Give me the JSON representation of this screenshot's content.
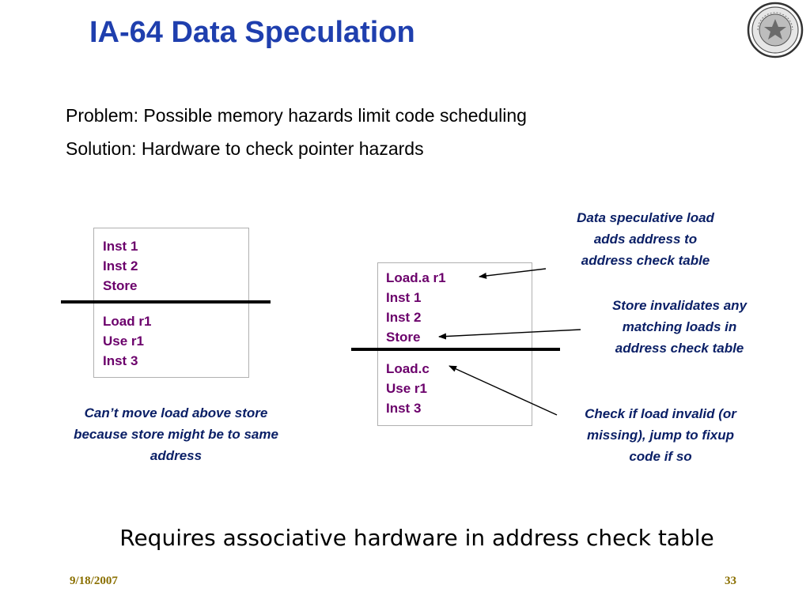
{
  "slide": {
    "title": "IA-64 Data Speculation",
    "problem": "Problem: Possible memory hazards limit code scheduling",
    "solution": "Solution: Hardware to check pointer hazards",
    "left_code": {
      "above": [
        "Inst 1",
        "Inst 2",
        "Store"
      ],
      "below": [
        "Load r1",
        "Use r1",
        "Inst 3"
      ]
    },
    "right_code": {
      "above": [
        "Load.a r1",
        "Inst 1",
        "Inst 2",
        "Store"
      ],
      "below": [
        "Load.c",
        "Use r1",
        "Inst 3"
      ]
    },
    "left_note": [
      "Can’t move load above store",
      "because store might be to same",
      "address"
    ],
    "notes": {
      "data_speculative_load": [
        "Data speculative load",
        "adds address to",
        "address check table"
      ],
      "store_invalidates": [
        "Store invalidates any",
        "matching loads in",
        "address check table"
      ],
      "check_load": [
        "Check if load invalid (or",
        "missing), jump to fixup",
        "code if so"
      ]
    },
    "summary": "Requires associative hardware in address check table",
    "footer_date": "9/18/2007",
    "page_number": "33",
    "seal_icon": "university-seal-icon",
    "colors": {
      "title": "#1f3fae",
      "code": "#6b006b",
      "note": "#0a1f66",
      "footer": "#8a6f00"
    }
  }
}
